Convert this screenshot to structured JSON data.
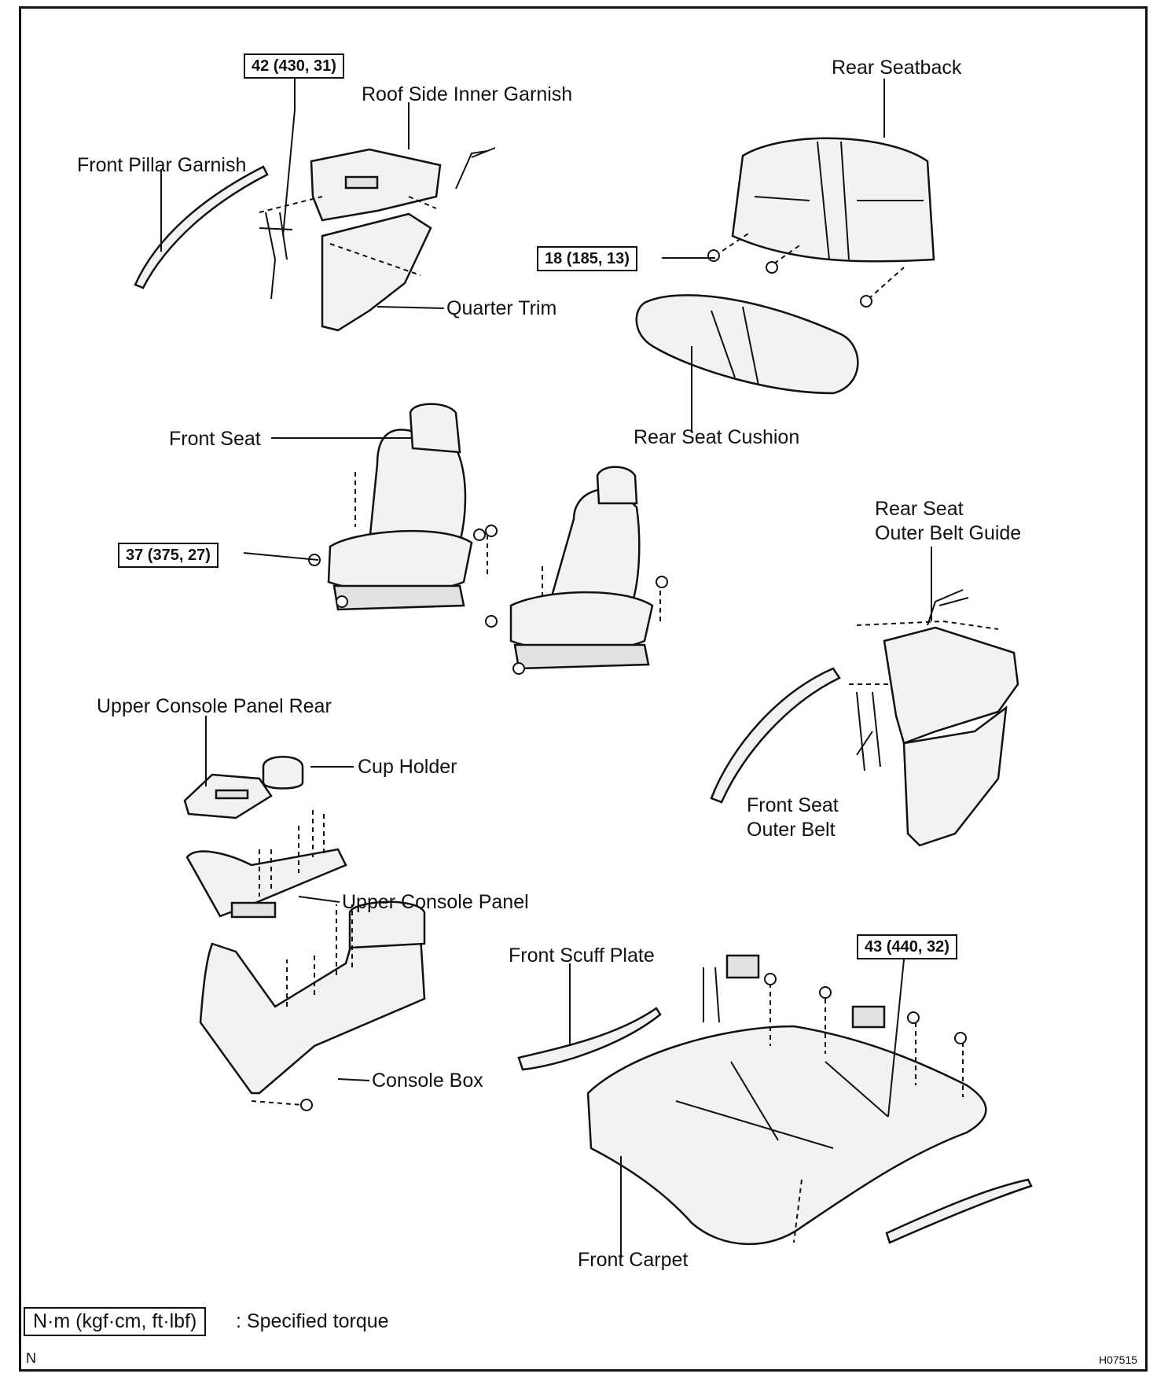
{
  "labels": {
    "front_pillar_garnish": "Front Pillar Garnish",
    "roof_side_inner_garnish": "Roof Side Inner Garnish",
    "quarter_trim": "Quarter Trim",
    "rear_seatback": "Rear Seatback",
    "rear_seat_cushion": "Rear Seat Cushion",
    "front_seat": "Front Seat",
    "rear_seat_outer_belt_guide_line1": "Rear Seat",
    "rear_seat_outer_belt_guide_line2": "Outer Belt Guide",
    "upper_console_panel_rear": "Upper Console Panel Rear",
    "cup_holder": "Cup Holder",
    "front_seat_outer_belt_line1": "Front Seat",
    "front_seat_outer_belt_line2": "Outer Belt",
    "upper_console_panel": "Upper Console Panel",
    "front_scuff_plate": "Front Scuff Plate",
    "console_box": "Console Box",
    "front_carpet": "Front Carpet"
  },
  "torques": {
    "quarter_belt": "42 (430, 31)",
    "rear_seatback": "18 (185, 13)",
    "front_seat": "37 (375, 27)",
    "carpet_belt": "43 (440, 32)"
  },
  "legend": {
    "units": "N·m (kgf·cm, ft·lbf)",
    "text": ": Specified torque"
  },
  "footer": {
    "left": "N",
    "code": "H07515"
  }
}
